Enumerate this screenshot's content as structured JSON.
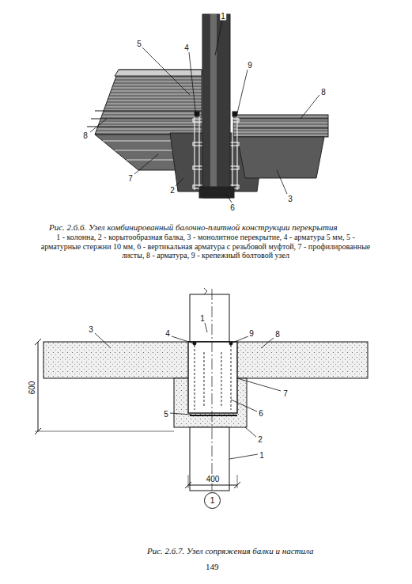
{
  "diagram": {
    "nodes": [
      {
        "text": [
          "1"
        ]
      }
    ],
    "labels": [
      "5",
      "4",
      "1",
      "9",
      "8",
      "8",
      "7",
      "2",
      "6",
      "3",
      "Рис. 2.6.6. Узел комбинированный балочно-плитной конструкции перекрытия",
      "1 - колонна, 2 - корытообразная балка, 3 - монолитное перекрытие, 4 - арматура 5 мм, 5 - арматурные стержни 10 мм, 6 - вертикальная арматура с резьбовой муфтой, 7 - профилированные листы, 8 - арматура, 9 - крепежный болтовой узел",
      "3",
      "4",
      "1",
      "9",
      "8",
      "7",
      "6",
      "5",
      "2",
      "1",
      "600",
      "400",
      "Рис. 2.6.7. Узел сопряжения балки и настила",
      "149"
    ]
  }
}
